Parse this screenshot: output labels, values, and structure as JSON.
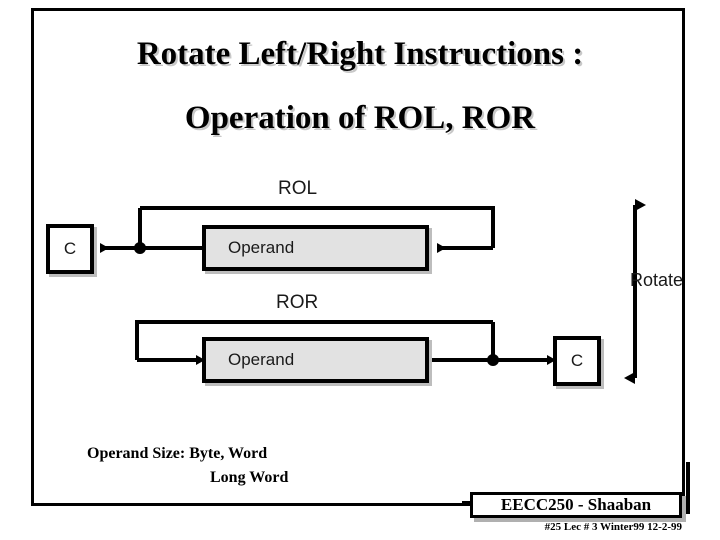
{
  "slide": {
    "title_line1": "Rotate Left/Right Instructions :",
    "title_line2": "Operation of  ROL, ROR",
    "caption_line1": "Operand Size: Byte, Word",
    "caption_line2": "Long Word"
  },
  "diagram": {
    "rol_label": "ROL",
    "ror_label": "ROR",
    "rotate_label": "Rotate",
    "carry_label_rol": "C",
    "carry_label_ror": "C",
    "operand_label_rol": "Operand",
    "operand_label_ror": "Operand",
    "colors": {
      "operand_fill": "#e2e2e2",
      "carry_fill": "#ffffff",
      "stroke": "#000000",
      "shadow": "#bdbdbd"
    }
  },
  "footer": {
    "badge_text": "EECC250 - Shaaban",
    "sub_text": "#25  Lec # 3  Winter99  12-2-99"
  }
}
